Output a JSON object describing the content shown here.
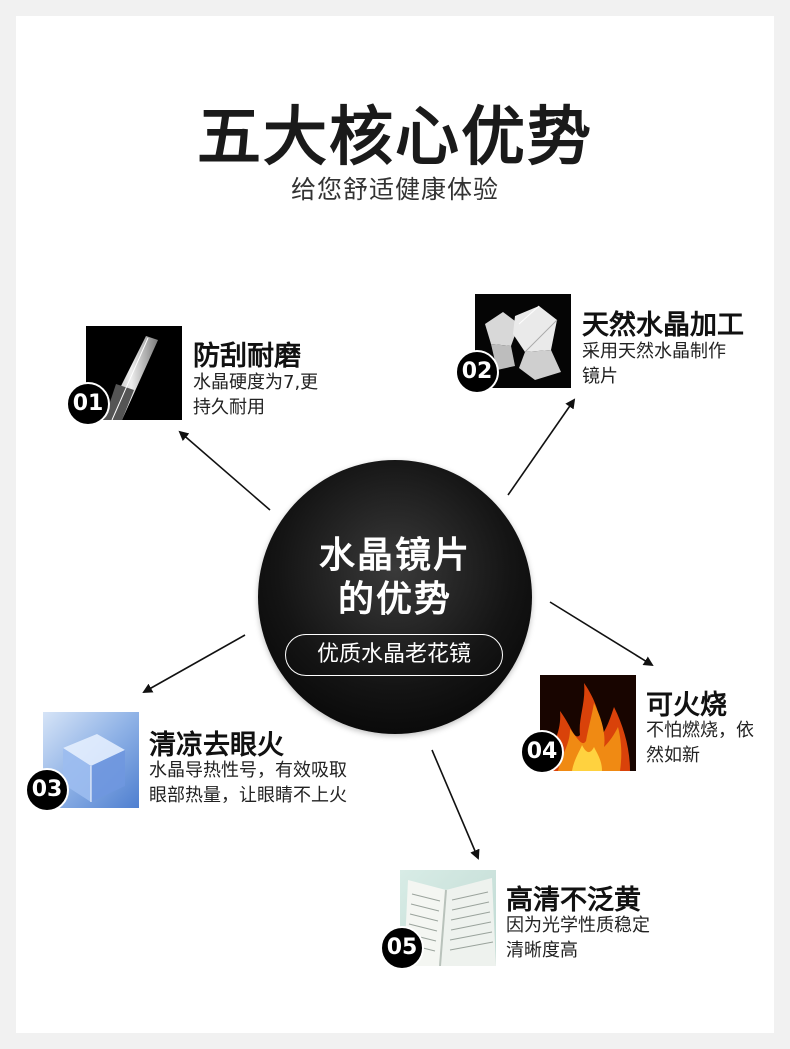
{
  "header": {
    "title": "五大核心优势",
    "subtitle": "给您舒适健康体验"
  },
  "center": {
    "line1": "水晶镜片",
    "line2": "的优势",
    "badge": "优质水晶老花镜"
  },
  "features": [
    {
      "number": "01",
      "title": "防刮耐磨",
      "desc_line1": "水晶硬度为7,更",
      "desc_line2": "持久耐用",
      "image": "blade-icon"
    },
    {
      "number": "02",
      "title": "天然水晶加工",
      "desc_line1": "采用天然水晶制作",
      "desc_line2": "镜片",
      "image": "crystal-icon"
    },
    {
      "number": "03",
      "title": "清凉去眼火",
      "desc_line1": "水晶导热性号，有效吸取",
      "desc_line2": "眼部热量，让眼睛不上火",
      "image": "ice-cube-icon"
    },
    {
      "number": "04",
      "title": "可火烧",
      "desc_line1": "不怕燃烧，依",
      "desc_line2": "然如新",
      "image": "fire-icon"
    },
    {
      "number": "05",
      "title": "高清不泛黄",
      "desc_line1": "因为光学性质稳定",
      "desc_line2": "清晰度高",
      "image": "book-icon"
    }
  ],
  "colors": {
    "background": "#ffffff",
    "hub": "#111111",
    "badge_bg": "#000000"
  }
}
